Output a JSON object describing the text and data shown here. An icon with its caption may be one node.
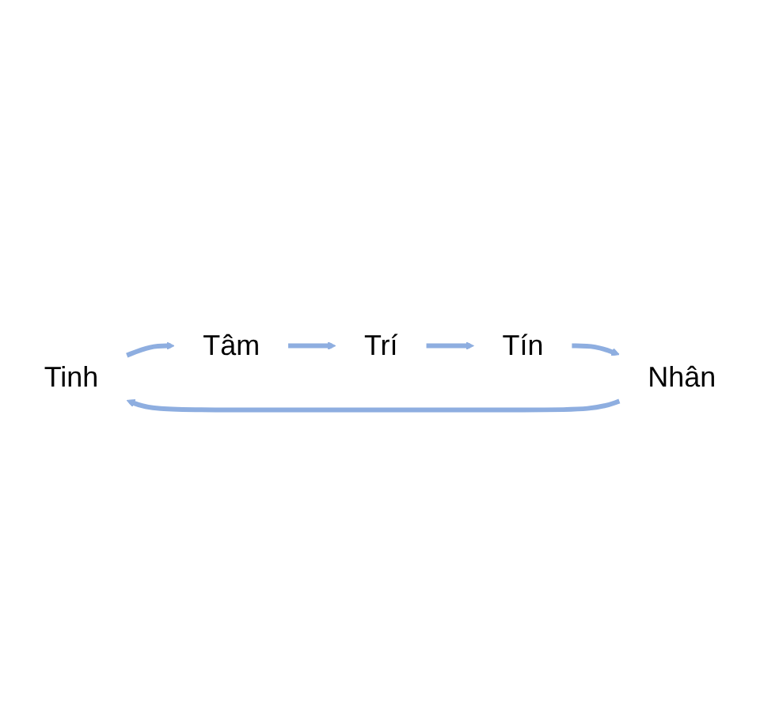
{
  "diagram": {
    "nodes": [
      {
        "text": [
          "Tinh"
        ]
      },
      {
        "text": [
          "Tâm"
        ]
      },
      {
        "text": [
          "Trí"
        ]
      },
      {
        "text": [
          "Tín"
        ]
      },
      {
        "text": [
          "Nhân"
        ]
      }
    ],
    "edges": [
      {
        "from": 0,
        "to": 1,
        "arrow": "to"
      },
      {
        "from": 1,
        "to": 2,
        "arrow": "to"
      },
      {
        "from": 2,
        "to": 3,
        "arrow": "to"
      },
      {
        "from": 3,
        "to": 4,
        "arrow": "to"
      },
      {
        "from": 4,
        "to": 0,
        "arrow": "to"
      }
    ]
  }
}
